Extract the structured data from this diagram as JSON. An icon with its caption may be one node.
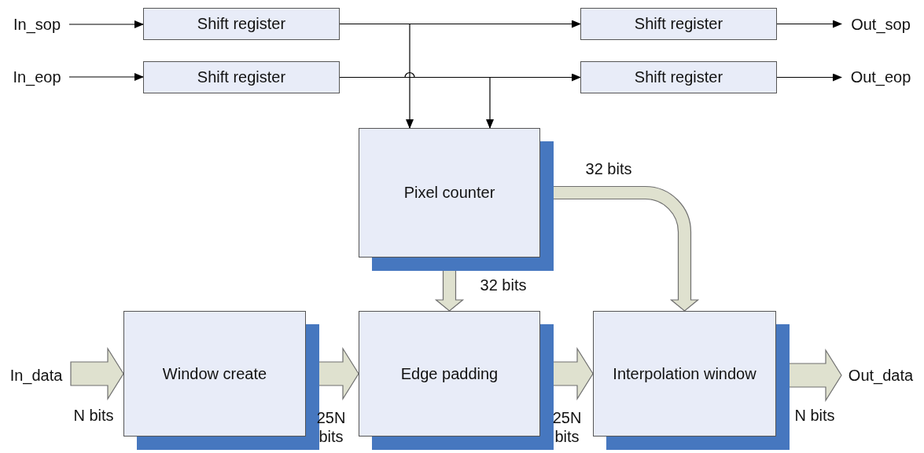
{
  "diagram": {
    "nodes": [
      {
        "text": [
          "In_sop"
        ]
      },
      {
        "text": [
          "Shift register"
        ]
      },
      {
        "text": [
          "Shift register"
        ]
      },
      {
        "text": [
          "Out_sop"
        ]
      },
      {
        "text": [
          "In_eop"
        ]
      },
      {
        "text": [
          "Shift register"
        ]
      },
      {
        "text": [
          "Shift register"
        ]
      },
      {
        "text": [
          "Out_eop"
        ]
      },
      {
        "text": [
          "Pixel counter"
        ]
      },
      {
        "text": [
          "In_data"
        ]
      },
      {
        "text": [
          "Window create"
        ]
      },
      {
        "text": [
          "Edge padding"
        ]
      },
      {
        "text": [
          "Interpolation window"
        ]
      },
      {
        "text": [
          "Out_data"
        ]
      }
    ],
    "edges": [
      {
        "from": 0,
        "to": 1,
        "arrow": "to"
      },
      {
        "from": 1,
        "to": 2,
        "arrow": "to"
      },
      {
        "from": 1,
        "to": 8,
        "arrow": "to"
      },
      {
        "from": 2,
        "to": 3,
        "arrow": "to"
      },
      {
        "from": 4,
        "to": 5,
        "arrow": "to"
      },
      {
        "from": 5,
        "to": 6,
        "arrow": "to"
      },
      {
        "from": 5,
        "to": 8,
        "arrow": "to"
      },
      {
        "from": 6,
        "to": 7,
        "arrow": "to"
      },
      {
        "from": 9,
        "to": 10,
        "arrow": "to",
        "label": "N bits",
        "style": "thick"
      },
      {
        "from": 10,
        "to": 11,
        "arrow": "to",
        "label": "25N bits",
        "style": "thick"
      },
      {
        "from": 11,
        "to": 12,
        "arrow": "to",
        "label": "25N bits",
        "style": "thick"
      },
      {
        "from": 12,
        "to": 13,
        "arrow": "to",
        "label": "N bits",
        "style": "thick"
      },
      {
        "from": 8,
        "to": 11,
        "arrow": "to",
        "label": "32 bits",
        "style": "thick"
      },
      {
        "from": 8,
        "to": 12,
        "arrow": "to",
        "label": "32 bits",
        "style": "thick"
      }
    ]
  }
}
